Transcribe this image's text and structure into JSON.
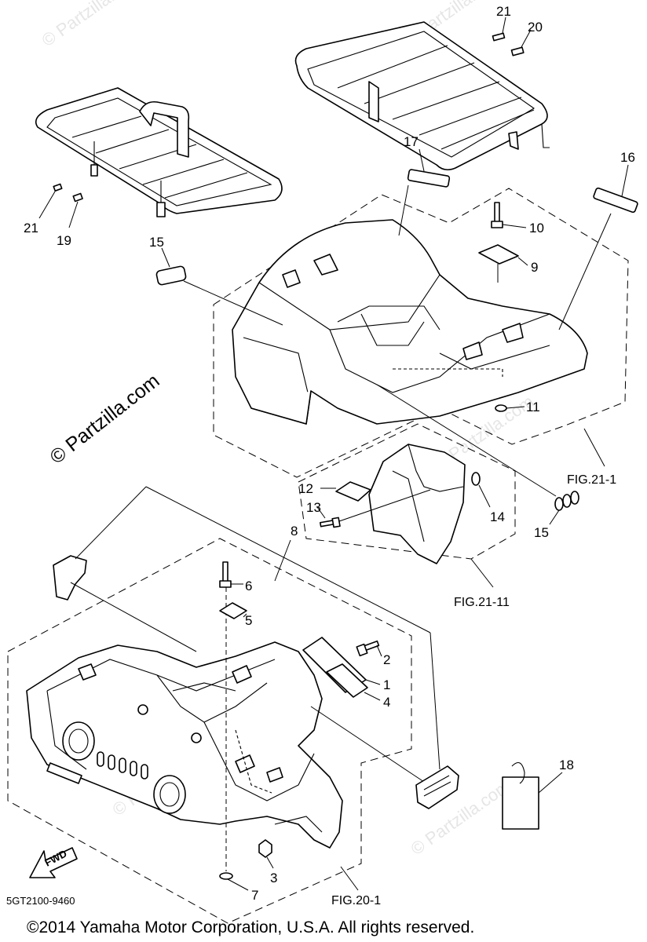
{
  "callouts": {
    "c1": "1",
    "c2": "2",
    "c3": "3",
    "c4": "4",
    "c5": "5",
    "c6": "6",
    "c7": "7",
    "c8": "8",
    "c9": "9",
    "c10": "10",
    "c11": "11",
    "c12": "12",
    "c13": "13",
    "c14": "14",
    "c15a": "15",
    "c15b": "15",
    "c16": "16",
    "c17": "17",
    "c18": "18",
    "c19": "19",
    "c20": "20",
    "c21a": "21",
    "c21b": "21"
  },
  "figure_refs": {
    "rear": "FIG.21-1",
    "flap": "FIG.21-11",
    "front": "FIG.20-1"
  },
  "direction_label": "FWD",
  "diagram_code": "5GT2100-9460",
  "watermark": "© Partzilla.com",
  "copyright": "©2014  Yamaha Motor Corporation, U.S.A. All rights reserved."
}
